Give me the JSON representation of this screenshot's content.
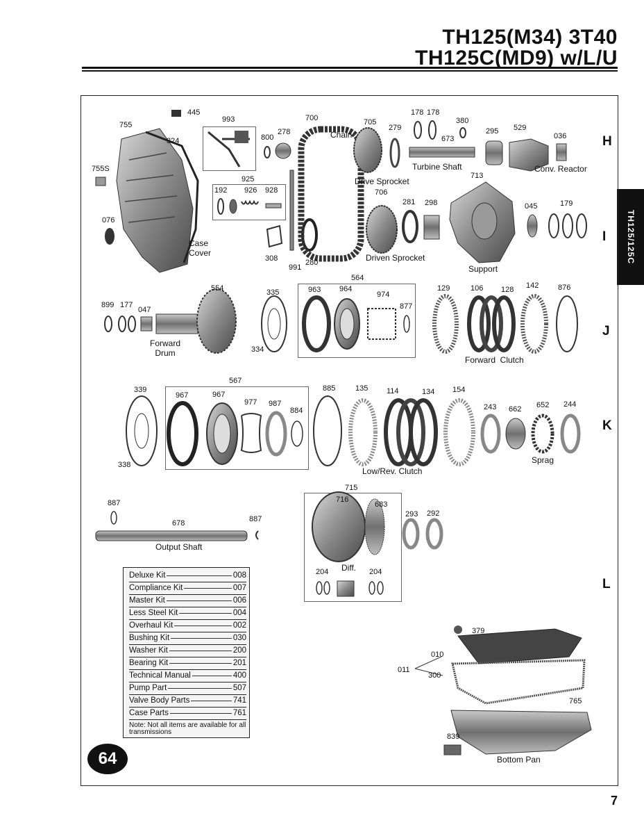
{
  "header": {
    "line1": "TH125(M34) 3T40",
    "line2": "TH125C(MD9) w/L/U"
  },
  "side_tab": "TH125/125C",
  "row_letters": [
    "H",
    "I",
    "J",
    "K",
    "L"
  ],
  "part_numbers": {
    "p445": "445",
    "p755": "755",
    "p324": "324",
    "p755S": "755S",
    "p076": "076",
    "p993": "993",
    "p800": "800",
    "p278": "278",
    "p925": "925",
    "p192": "192",
    "p926": "926",
    "p928": "928",
    "p308": "308",
    "p991": "991",
    "p280": "280",
    "p700": "700",
    "p705": "705",
    "p279": "279",
    "p706": "706",
    "p281": "281",
    "p298": "298",
    "p178a": "178",
    "p178b": "178",
    "p380": "380",
    "p673": "673",
    "p295": "295",
    "p529": "529",
    "p036": "036",
    "p713": "713",
    "p045": "045",
    "p179": "179",
    "p554": "554",
    "p899": "899",
    "p177": "177",
    "p047": "047",
    "p335": "335",
    "p334": "334",
    "p564": "564",
    "p963": "963",
    "p964": "964",
    "p974": "974",
    "p877": "877",
    "p129": "129",
    "p106": "106",
    "p128": "128",
    "p142": "142",
    "p876": "876",
    "p567": "567",
    "p339": "339",
    "p338": "338",
    "p967a": "967",
    "p967b": "967",
    "p977": "977",
    "p987": "987",
    "p884": "884",
    "p885": "885",
    "p135": "135",
    "p114": "114",
    "p134": "134",
    "p154": "154",
    "p243": "243",
    "p662": "662",
    "p652": "652",
    "p244": "244",
    "p887a": "887",
    "p678": "678",
    "p887b": "887",
    "p715": "715",
    "p716": "716",
    "p683": "683",
    "p293": "293",
    "p292": "292",
    "p204a": "204",
    "p204b": "204",
    "p379": "379",
    "p010": "010",
    "p011": "011",
    "p300": "300",
    "p765": "765",
    "p839": "839"
  },
  "captions": {
    "case_cover": "Case\nCover",
    "chain": "Chain",
    "drive_sprocket": "Drive Sprocket",
    "driven_sprocket": "Driven Sprocket",
    "turbine_shaft": "Turbine Shaft",
    "conv_reactor": "Conv. Reactor",
    "support": "Support",
    "forward_drum": "Forward\nDrum",
    "forward_clutch": "Forward  Clutch",
    "low_rev_clutch": "Low/Rev. Clutch",
    "sprag": "Sprag",
    "output_shaft": "Output Shaft",
    "diff": "Diff.",
    "bottom_pan": "Bottom Pan"
  },
  "kits": [
    {
      "name": "Deluxe Kit",
      "code": "008"
    },
    {
      "name": "Compliance Kit",
      "code": "007"
    },
    {
      "name": "Master Kit",
      "code": "006"
    },
    {
      "name": "Less Steel Kit",
      "code": "004"
    },
    {
      "name": "Overhaul Kit",
      "code": "002"
    },
    {
      "name": "Bushing Kit",
      "code": "030"
    },
    {
      "name": "Washer Kit",
      "code": "200"
    },
    {
      "name": "Bearing Kit",
      "code": "201"
    },
    {
      "name": "Technical Manual",
      "code": "400"
    },
    {
      "name": "Pump Part",
      "code": "507"
    },
    {
      "name": "Valve Body Parts",
      "code": "741"
    },
    {
      "name": "Case Parts",
      "code": "761"
    }
  ],
  "kit_note": "Note: Not all items are available for all transmissions",
  "badge": "64",
  "page_number": "7"
}
